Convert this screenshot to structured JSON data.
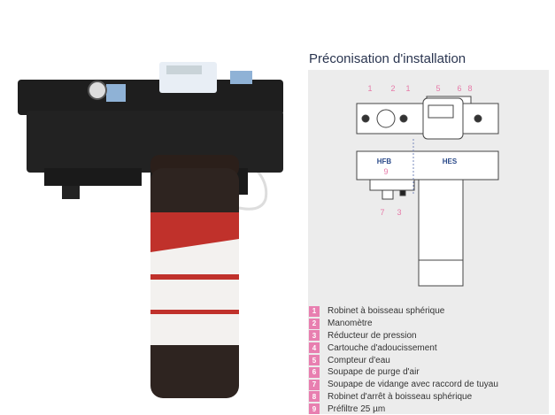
{
  "title": "Préconisation d'installation",
  "diagram": {
    "callouts_top": [
      "1",
      "2",
      "1",
      "5",
      "6",
      "8"
    ],
    "callouts_bottom": [
      "7",
      "3"
    ],
    "zone_left": "HFB",
    "zone_right": "HES",
    "zone_left_number": "9"
  },
  "legend": [
    {
      "num": "1",
      "label": "Robinet à boisseau sphérique"
    },
    {
      "num": "2",
      "label": "Manomètre"
    },
    {
      "num": "3",
      "label": "Réducteur de pression"
    },
    {
      "num": "4",
      "label": "Cartouche d'adoucissement"
    },
    {
      "num": "5",
      "label": "Compteur d'eau"
    },
    {
      "num": "6",
      "label": "Soupape de purge d'air"
    },
    {
      "num": "7",
      "label": "Soupape de vidange avec raccord de tuyau"
    },
    {
      "num": "8",
      "label": "Robinet d'arrêt à boisseau sphérique"
    },
    {
      "num": "9",
      "label": "Préfiltre 25 µm"
    }
  ],
  "colors": {
    "accent": "#e87fb0",
    "title": "#2a3550",
    "panel": "#ececec"
  }
}
